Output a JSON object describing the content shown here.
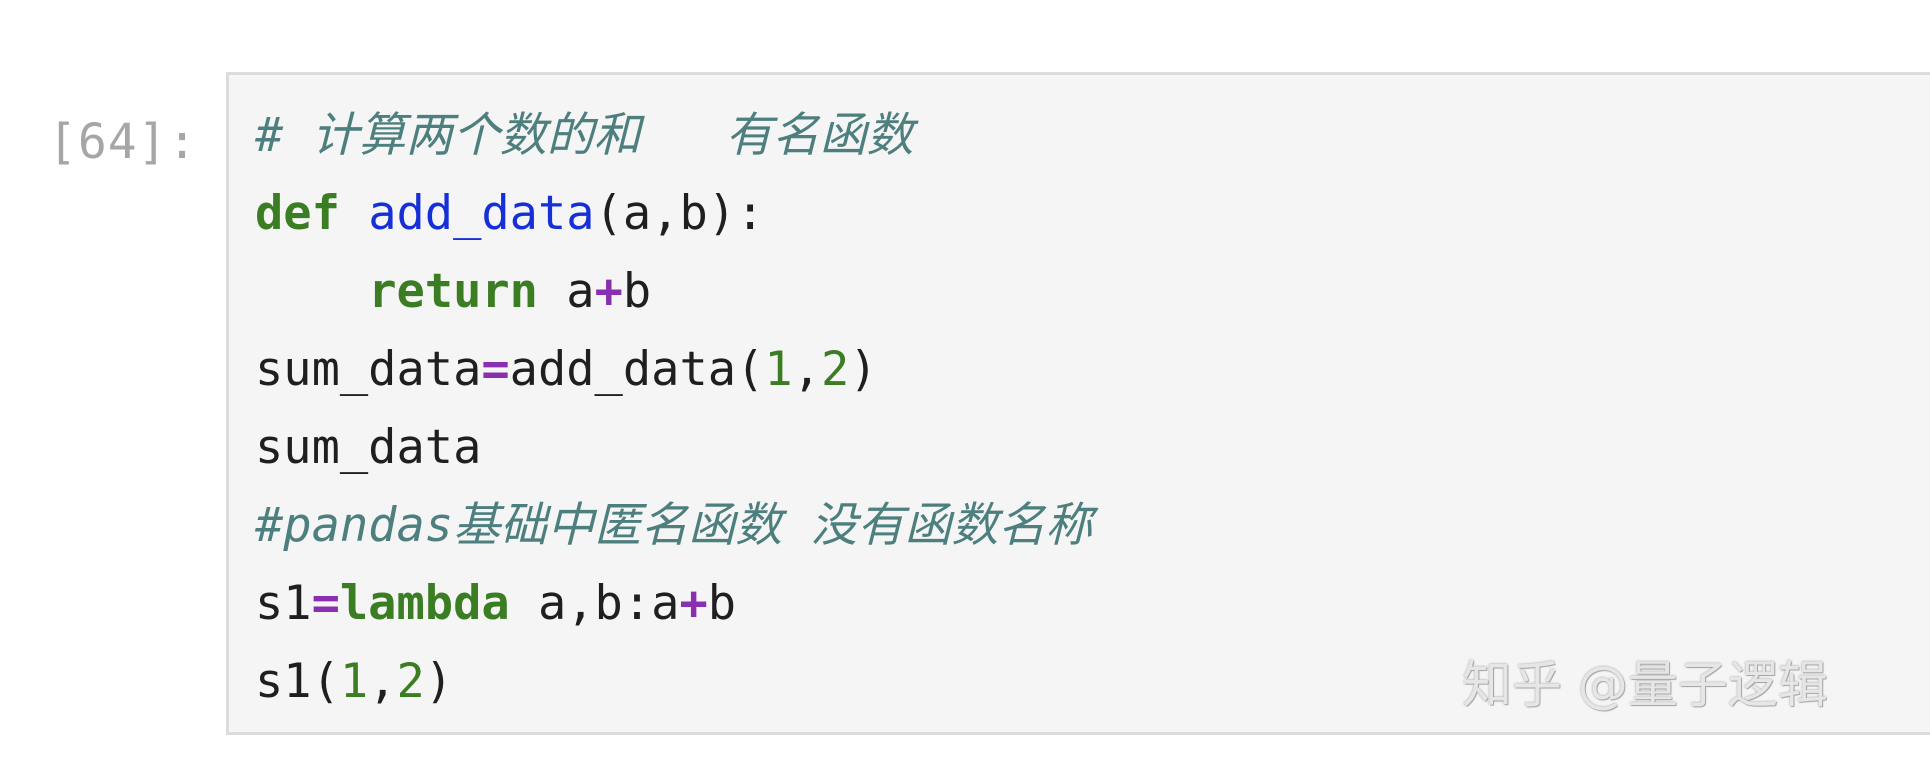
{
  "cell": {
    "prompt": "[64]:",
    "lines": [
      [
        {
          "t": "# 计算两个数的和   有名函数",
          "c": "comment"
        }
      ],
      [
        {
          "t": "def",
          "c": "kw"
        },
        {
          "t": " ",
          "c": ""
        },
        {
          "t": "add_data",
          "c": "fn"
        },
        {
          "t": "(a,b):",
          "c": ""
        }
      ],
      [
        {
          "t": "    ",
          "c": ""
        },
        {
          "t": "return",
          "c": "kw"
        },
        {
          "t": " a",
          "c": ""
        },
        {
          "t": "+",
          "c": "op"
        },
        {
          "t": "b",
          "c": ""
        }
      ],
      [
        {
          "t": "sum_data",
          "c": ""
        },
        {
          "t": "=",
          "c": "op"
        },
        {
          "t": "add_data(",
          "c": ""
        },
        {
          "t": "1",
          "c": "num"
        },
        {
          "t": ",",
          "c": ""
        },
        {
          "t": "2",
          "c": "num"
        },
        {
          "t": ")",
          "c": ""
        }
      ],
      [
        {
          "t": "sum_data",
          "c": ""
        }
      ],
      [
        {
          "t": "#pandas基础中匿名函数 没有函数名称",
          "c": "comment"
        }
      ],
      [
        {
          "t": "s1",
          "c": ""
        },
        {
          "t": "=",
          "c": "op"
        },
        {
          "t": "lambda",
          "c": "kw"
        },
        {
          "t": " a,b:a",
          "c": ""
        },
        {
          "t": "+",
          "c": "op"
        },
        {
          "t": "b",
          "c": ""
        }
      ],
      [
        {
          "t": "s1(",
          "c": ""
        },
        {
          "t": "1",
          "c": "num"
        },
        {
          "t": ",",
          "c": ""
        },
        {
          "t": "2",
          "c": "num"
        },
        {
          "t": ")",
          "c": ""
        }
      ]
    ]
  },
  "watermark": "知乎 @量子逻辑",
  "colors": {
    "comment": "#4e7f7f",
    "keyword": "#3a7d22",
    "function_name": "#1530d6",
    "operator": "#8a2fb0",
    "number": "#3a7d22",
    "cell_background": "#f5f5f5",
    "prompt": "#a6a6a6"
  }
}
